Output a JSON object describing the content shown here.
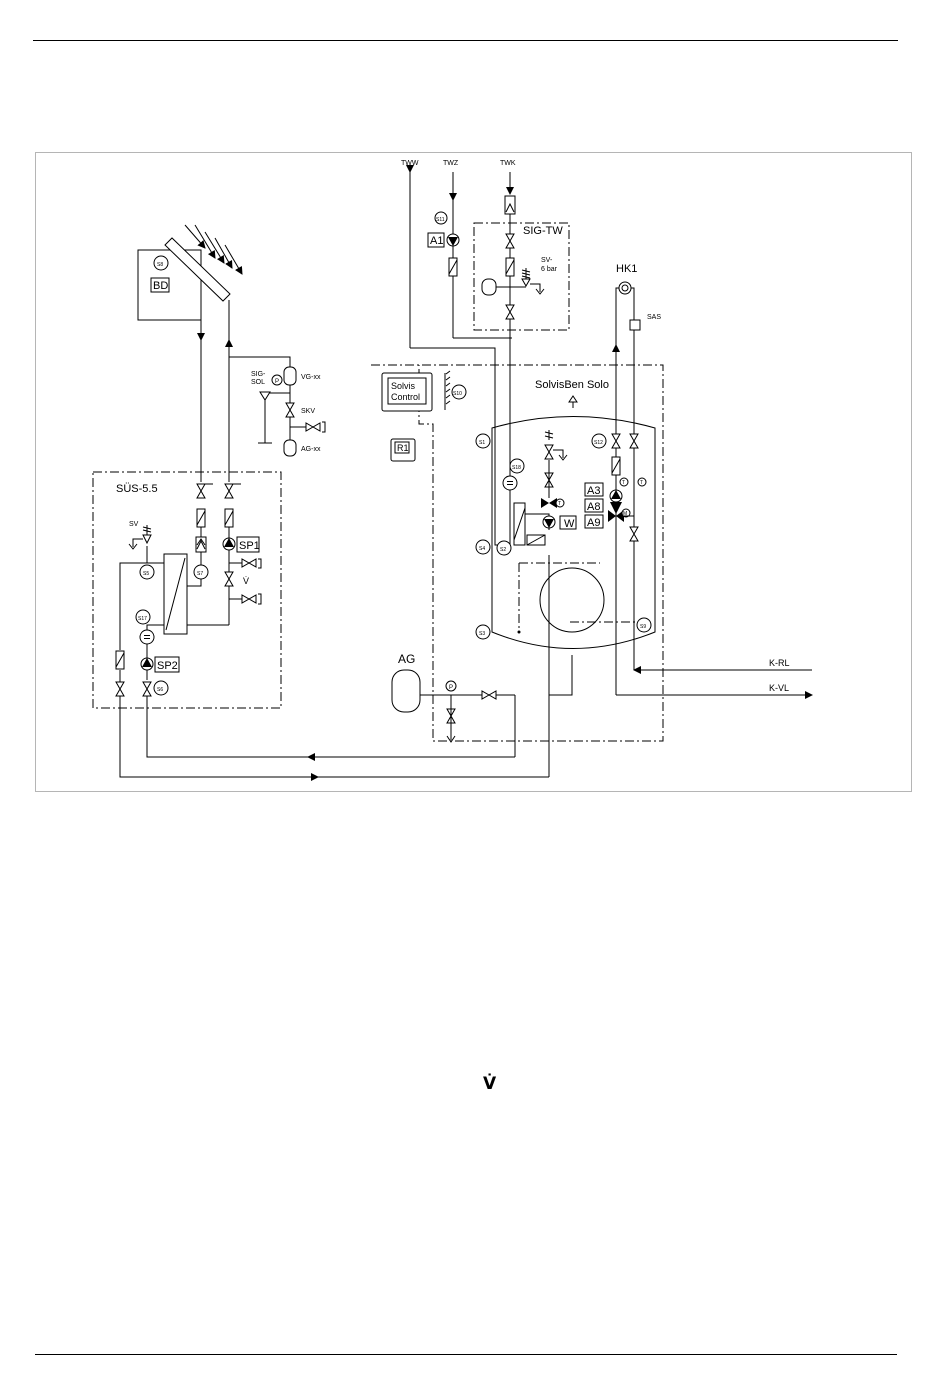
{
  "labels": {
    "tww": "TWW",
    "twz": "TWZ",
    "twk": "TWK",
    "sig_tw": "SIG-TW",
    "sv_6bar_1": "SV-",
    "sv_6bar_2": "6 bar",
    "hk1": "HK1",
    "sas": "SAS",
    "solvisben_solo": "SolvisBen Solo",
    "solvis_control_1": "Solvis",
    "solvis_control_2": "Control",
    "r1": "R1",
    "bd": "BD",
    "sig_sol_1": "SIG-",
    "sig_sol_2": "SOL",
    "vg_xx": "VG-xx",
    "skv": "SKV",
    "ag_xx": "AG-xx",
    "sus": "SÜS-5.5",
    "sv": "SV",
    "sp1": "SP1",
    "sp2": "SP2",
    "a1": "A1",
    "a3": "A3",
    "a8": "A8",
    "a9": "A9",
    "w": "W",
    "ag": "AG",
    "k_rl": "K-RL",
    "k_vl": "K-VL",
    "p": "P",
    "vdot": "V̇",
    "m": "M",
    "t": "T"
  },
  "sensors": {
    "s1": "S1",
    "s2": "S2",
    "s3": "S3",
    "s4": "S4",
    "s5": "S5",
    "s6": "S6",
    "s7": "S7",
    "s8": "S8",
    "s9": "S9",
    "s10": "S10",
    "s11": "S11",
    "s12": "S12",
    "s17": "S17",
    "s18": "S18"
  },
  "legend": {
    "vdot": "V̇"
  }
}
